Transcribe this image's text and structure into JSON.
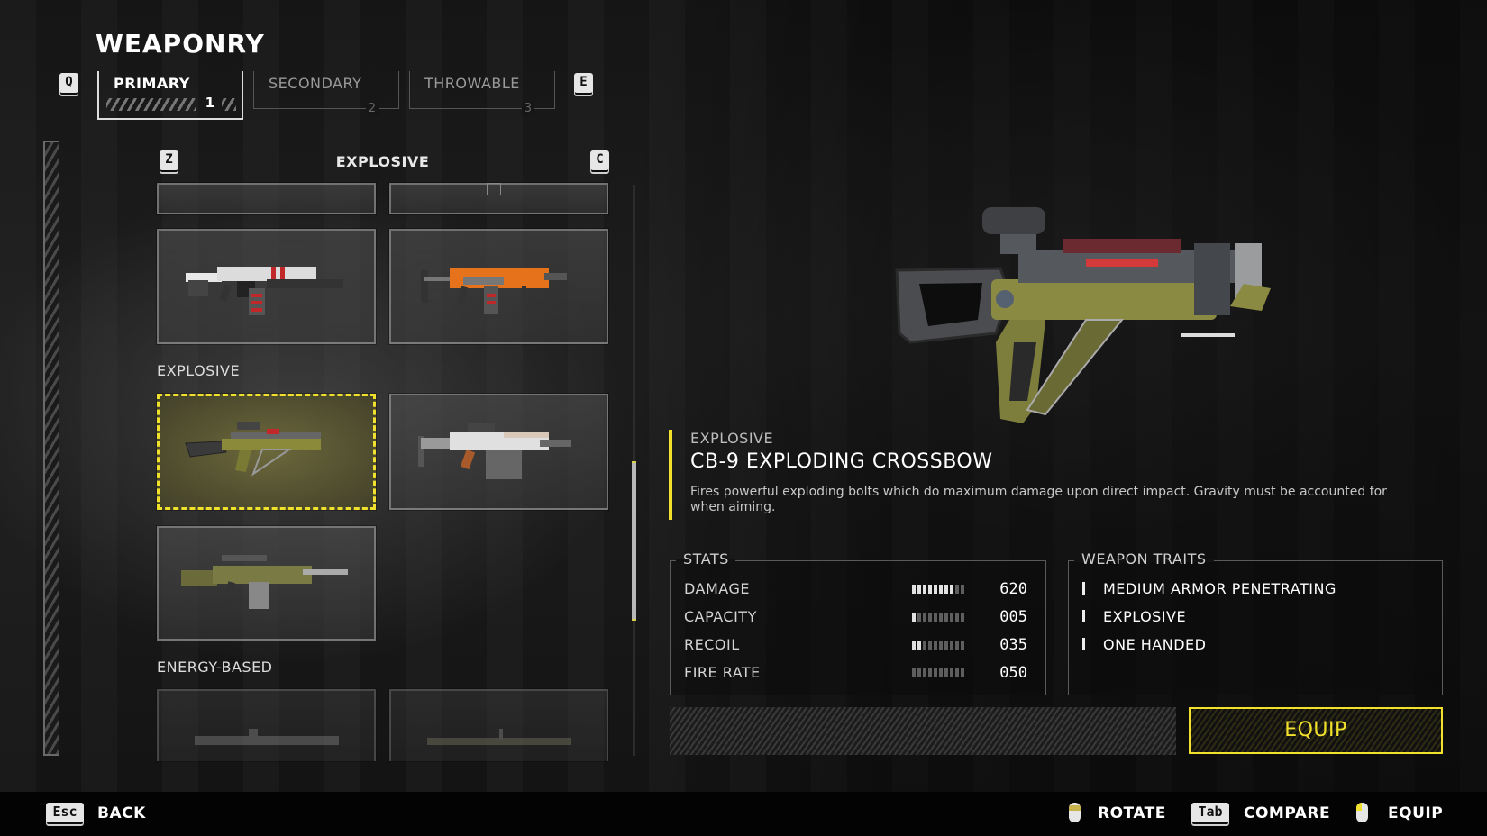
{
  "header": {
    "title": "WEAPONRY",
    "prev_key": "Q",
    "next_key": "E",
    "tabs": [
      {
        "label": "PRIMARY",
        "number": "1",
        "active": true
      },
      {
        "label": "SECONDARY",
        "number": "2",
        "active": false
      },
      {
        "label": "THROWABLE",
        "number": "3",
        "active": false
      }
    ]
  },
  "category_nav": {
    "prev_key": "Z",
    "next_key": "C",
    "current": "EXPLOSIVE"
  },
  "weapon_list": {
    "sections": [
      {
        "label": "",
        "items": [
          "white-red-striped-rifle",
          "orange-rifle"
        ]
      },
      {
        "label": "EXPLOSIVE",
        "items": [
          "cb-9-exploding-crossbow",
          "white-grenade-launcher-rifle",
          "olive-scoped-rifle"
        ]
      },
      {
        "label": "ENERGY-BASED",
        "items": [
          "energy-rifle-1",
          "energy-rifle-2"
        ]
      }
    ],
    "selected": "cb-9-exploding-crossbow"
  },
  "detail": {
    "category": "EXPLOSIVE",
    "name": "CB-9 EXPLODING CROSSBOW",
    "description": "Fires powerful exploding bolts which do maximum damage upon direct impact. Gravity must be accounted for when aiming.",
    "stats_title": "STATS",
    "stats": [
      {
        "name": "DAMAGE",
        "value": "620",
        "bars_filled": 8,
        "bars_total": 10
      },
      {
        "name": "CAPACITY",
        "value": "005",
        "bars_filled": 1,
        "bars_total": 10
      },
      {
        "name": "RECOIL",
        "value": "035",
        "bars_filled": 2,
        "bars_total": 10
      },
      {
        "name": "FIRE RATE",
        "value": "050",
        "bars_filled": 0,
        "bars_total": 10
      }
    ],
    "traits_title": "WEAPON TRAITS",
    "traits": [
      "MEDIUM ARMOR PENETRATING",
      "EXPLOSIVE",
      "ONE HANDED"
    ],
    "equip_label": "EQUIP"
  },
  "colors": {
    "accent": "#f1e12d"
  },
  "footer": {
    "back_key": "Esc",
    "back_label": "BACK",
    "rotate_label": "ROTATE",
    "compare_key": "Tab",
    "compare_label": "COMPARE",
    "equip_label": "EQUIP"
  }
}
